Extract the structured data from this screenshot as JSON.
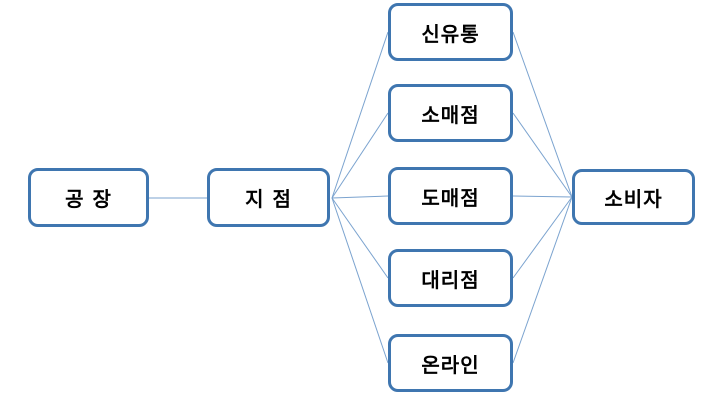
{
  "diagram": {
    "type": "flow-diagram",
    "nodes": [
      {
        "id": "factory",
        "label": "공 장"
      },
      {
        "id": "branch",
        "label": "지 점"
      },
      {
        "id": "new-distribution",
        "label": "신유통"
      },
      {
        "id": "retail-store",
        "label": "소매점"
      },
      {
        "id": "wholesale-store",
        "label": "도매점"
      },
      {
        "id": "agency-store",
        "label": "대리점"
      },
      {
        "id": "online",
        "label": "온라인"
      },
      {
        "id": "consumer",
        "label": "소비자"
      }
    ],
    "edges": [
      {
        "from": "factory",
        "to": "branch"
      },
      {
        "from": "branch",
        "to": "new-distribution"
      },
      {
        "from": "branch",
        "to": "retail-store"
      },
      {
        "from": "branch",
        "to": "wholesale-store"
      },
      {
        "from": "branch",
        "to": "agency-store"
      },
      {
        "from": "branch",
        "to": "online"
      },
      {
        "from": "new-distribution",
        "to": "consumer"
      },
      {
        "from": "retail-store",
        "to": "consumer"
      },
      {
        "from": "wholesale-store",
        "to": "consumer"
      },
      {
        "from": "agency-store",
        "to": "consumer"
      },
      {
        "from": "online",
        "to": "consumer"
      }
    ],
    "colors": {
      "background": "#ffffff",
      "node_fill": "#ffffff",
      "node_border": "#3f76b0",
      "connector": "#7ba3cf",
      "text": "#000000"
    }
  }
}
